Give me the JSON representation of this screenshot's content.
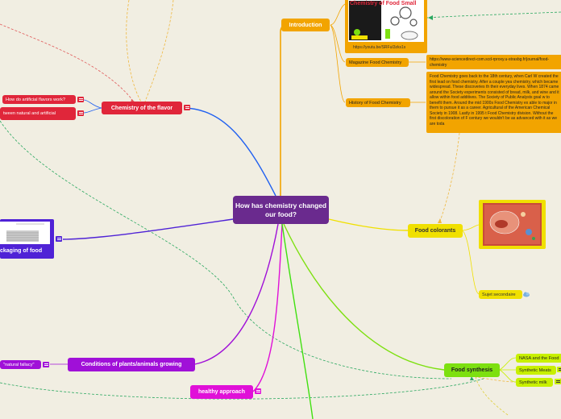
{
  "central": {
    "title": "How has chemistry changed our food?"
  },
  "branches": {
    "introduction": {
      "label": "Introduction",
      "video_title": "Chemistry of Food Small",
      "video_url": "https://youtu.be/SRFuI3zks1s",
      "magazine_label": "Magazine Food Chemistry",
      "magazine_url": "https://www-sciencedirect-com.scd-rproxy.u-strasbg.fr/journal/food-chemistry",
      "history_label": "History of Food Chemistry",
      "history_text": "Food Chemistry goes back to the 18th century, when Carl W created the first lead on food chemistry. After a couple yea chemistry, which became widespread. These discoveries th their everyday lives. When 1874 came around the Society experiments consisted of bread, milk, and wine and it allow within food additives. The Society of Public Analysts goal w to benefit them. Around the mid 1900s Food Chemistry ex able to major in them to pursue it as a career. Agricultural of the American Chemical Society in 1908. Lastly in 1995 t Food Chemistry division. Without the first discoloration of F century we wouldn't be as advanced with it as we are toda"
    },
    "flavor": {
      "label": "Chemistry of the flavor",
      "sub1": "How do artificial flavors work?",
      "sub2": "tween natural and artificial"
    },
    "packaging": {
      "label": "ckaging of food"
    },
    "colorants": {
      "label": "Food colorants",
      "sujet": "Sujet secondaire"
    },
    "conditions": {
      "label": "Conditions of plants/animals growing",
      "sub1": "\"natural fallacy\""
    },
    "healthy": {
      "label": "healthy approach"
    },
    "synthesis": {
      "label": "Food synthesis",
      "sub1": "NASA and the Food",
      "sub2": "Synthetic Meats",
      "sub3": "Synthetic milk"
    }
  },
  "colors": {
    "background": "#f1eee2",
    "central": "#6a2a8e",
    "introduction": "#f2a400",
    "flavor": "#e0263a",
    "packaging": "#4f22d6",
    "colorants": "#f0e000",
    "conditions": "#a010d8",
    "healthy": "#e010d8",
    "synthesis": "#7de010",
    "synth_sub": "#c8f000",
    "cross_link_red": "#e05a5a",
    "cross_link_green": "#2aa860",
    "cross_link_orange": "#f0b840"
  }
}
